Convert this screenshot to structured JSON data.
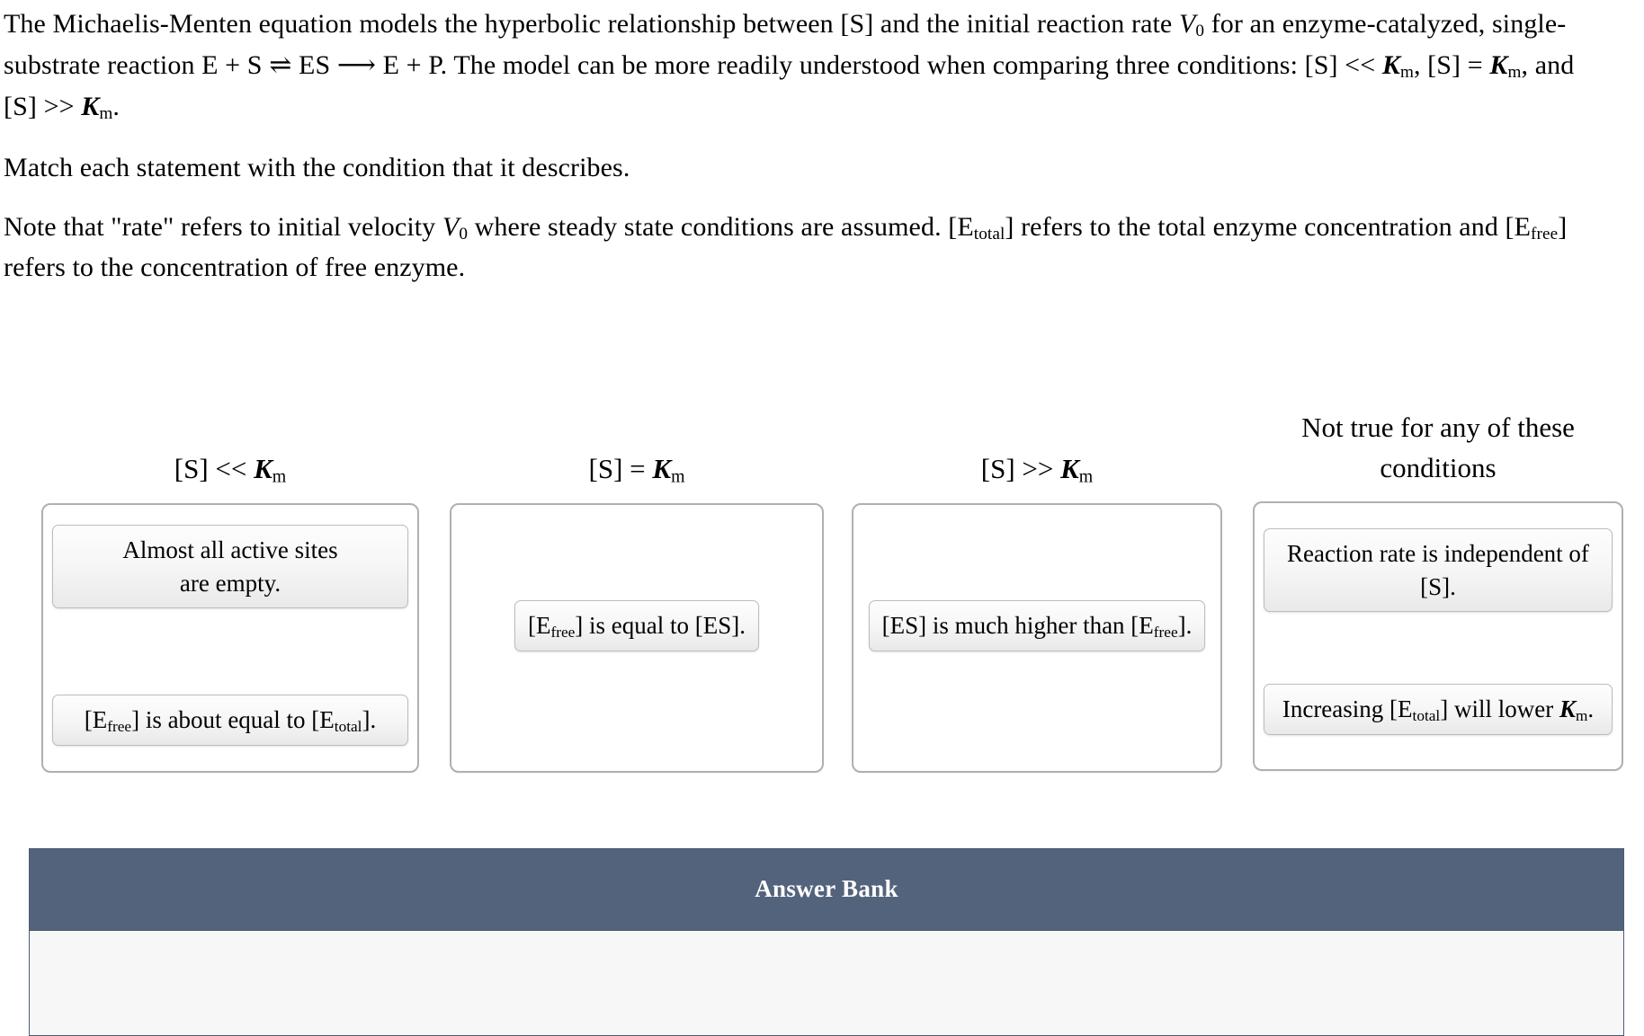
{
  "prompt": {
    "p1_a": "The Michaelis-Menten equation models the hyperbolic relationship between [S] and the initial reaction rate ",
    "p1_v": "V",
    "p1_v_sub": "0",
    "p1_b": " for an enzyme-catalyzed, single-substrate reaction E + S ",
    "p1_eq": "⇌",
    "p1_c": " ES ",
    "p1_arrow": "⟶",
    "p1_d": " E + P. The model can be more readily understood when comparing three conditions: [S] << ",
    "p1_k1": "K",
    "p1_k1_sub": "m",
    "p1_e": ", [S] = ",
    "p1_k2": "K",
    "p1_k2_sub": "m",
    "p1_f": ", and [S] >> ",
    "p1_k3": "K",
    "p1_k3_sub": "m",
    "p1_g": ".",
    "p2": "Match each statement with the condition that it describes.",
    "p3_a": "Note that \"rate\" refers to initial velocity ",
    "p3_v": "V",
    "p3_v_sub": "0",
    "p3_b": " where steady state conditions are assumed. [E",
    "p3_sub_total": "total",
    "p3_c": "] refers to the total enzyme concentration and [E",
    "p3_sub_free": "free",
    "p3_d": "] refers to the concentration of free enzyme."
  },
  "columns": [
    {
      "id": "col-1",
      "header_prefix": "[S] << ",
      "header_k": "K",
      "header_k_sub": "m",
      "header_suffix": "",
      "tiles": [
        {
          "line1": "Almost all active sites",
          "line2": "are empty."
        },
        {
          "pre": "[E",
          "sub1": "free",
          "mid": "] is about equal to [E",
          "sub2": "total",
          "post": "]."
        }
      ]
    },
    {
      "id": "col-2",
      "header_prefix": "[S] = ",
      "header_k": "K",
      "header_k_sub": "m",
      "header_suffix": "",
      "tiles": [
        {
          "pre": "[E",
          "sub1": "free",
          "mid": "] is equal to [ES].",
          "sub2": "",
          "post": ""
        }
      ]
    },
    {
      "id": "col-3",
      "header_prefix": "[S] >> ",
      "header_k": "K",
      "header_k_sub": "m",
      "header_suffix": "",
      "tiles": [
        {
          "pre": "[ES] is much higher than [E",
          "sub1": "free",
          "mid": "].",
          "sub2": "",
          "post": ""
        }
      ]
    },
    {
      "id": "col-4",
      "header_line1": "Not true for any of these",
      "header_line2": "conditions",
      "tiles": [
        {
          "line1": "Reaction rate is independent of",
          "line2": "[S]."
        },
        {
          "pre": "Increasing [E",
          "sub1": "total",
          "mid": "] will lower ",
          "k": "K",
          "k_sub": "m",
          "post": "."
        }
      ]
    }
  ],
  "answer_bank": {
    "title": "Answer Bank",
    "items": [],
    "header_color": "#54637c",
    "body_color": "#f7f7f7"
  }
}
